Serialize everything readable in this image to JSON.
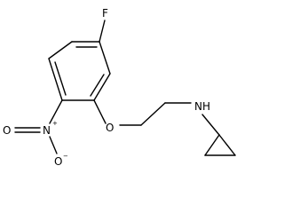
{
  "molecule": {
    "atoms": {
      "fluorine": "F",
      "nitro_nitrogen": "N",
      "nitro_oxygen_left": "O",
      "nitro_oxygen_bottom": "O",
      "ether_oxygen": "O",
      "amine": "NH",
      "plus_charge": "+",
      "minus_charge": "−"
    }
  }
}
